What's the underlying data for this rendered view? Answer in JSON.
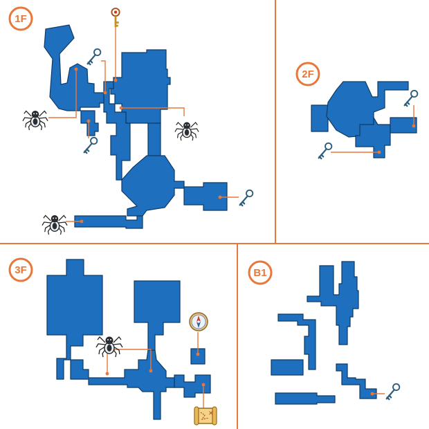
{
  "floors": [
    {
      "id": "1F",
      "label": "1F"
    },
    {
      "id": "2F",
      "label": "2F"
    },
    {
      "id": "3F",
      "label": "3F"
    },
    {
      "id": "B1",
      "label": "B1"
    }
  ],
  "colors": {
    "room_fill": "#1f6fbf",
    "room_outline": "#0d3a66",
    "accent": "#e8773a",
    "key": "#2f5c7a",
    "background": "#ffffff"
  },
  "markers": {
    "1F": [
      "gold-key-icon",
      "key-icon",
      "key-icon",
      "spider-icon",
      "spider-icon",
      "spider-icon",
      "key-icon"
    ],
    "2F": [
      "key-icon",
      "key-icon"
    ],
    "3F": [
      "spider-icon",
      "compass-icon",
      "treasure-map-icon"
    ],
    "B1": [
      "key-icon"
    ]
  }
}
